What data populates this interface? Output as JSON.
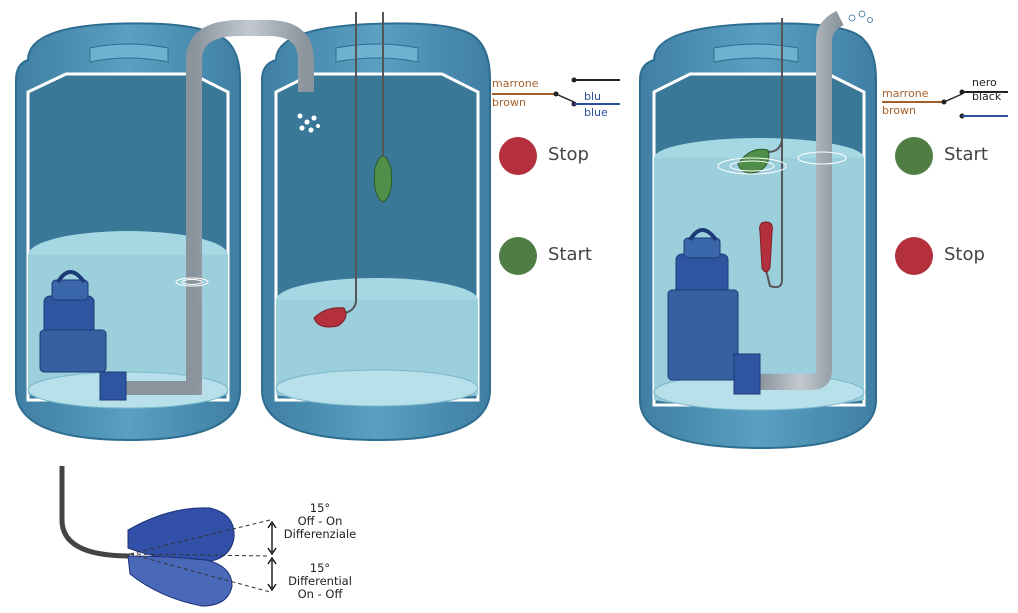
{
  "left_wiring": {
    "wire_in_it": "marrone",
    "wire_in_en": "brown",
    "wire_out_it": "blu",
    "wire_out_en": "blue"
  },
  "left_status": {
    "top_label": "Stop",
    "top_color": "#b3303c",
    "bottom_label": "Start",
    "bottom_color": "#4f7d44"
  },
  "right_wiring": {
    "wire_in_it": "marrone",
    "wire_in_en": "brown",
    "wire_out_it": "nero",
    "wire_out_en": "black"
  },
  "right_status": {
    "top_label": "Start",
    "top_color": "#4f7d44",
    "bottom_label": "Stop",
    "bottom_color": "#b3303c"
  },
  "float_detail": {
    "upper_angle": "15°",
    "upper_line1": "Off - On",
    "upper_line2": "Differenziale",
    "lower_angle": "15°",
    "lower_line1": "Differential",
    "lower_line2": "On - Off"
  },
  "colors": {
    "tank_shell": "#4b8fb3",
    "tank_inner": "#3f7f9f",
    "water": "#a6d8e4",
    "pump": "#2f55a0",
    "pipe": "#9aa4ad",
    "wire_brown": "#a5602a",
    "wire_blue": "#2a4fa0"
  }
}
